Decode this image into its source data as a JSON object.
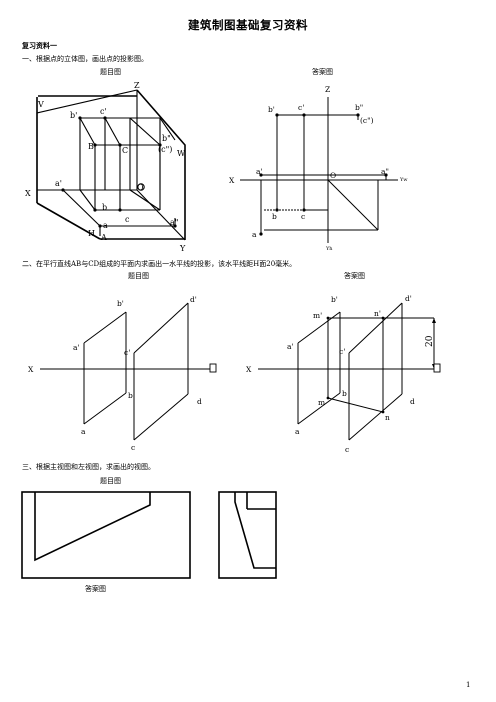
{
  "document": {
    "title": "建筑制图基础复习资料",
    "section": "复习资料一",
    "page_number": "1"
  },
  "questions": [
    {
      "text": "一、根据点的立体图，画出点的投影图。",
      "question_caption": "题目图",
      "answer_caption": "答案图"
    },
    {
      "text": "二、在平行直线AB与CD组成的平面内求画出一水平线的投影，该水平线距H面20毫米。",
      "question_caption": "题目图",
      "answer_caption": "答案图"
    },
    {
      "text": "三、根据主视图和左视图，求画出的视图。",
      "question_caption": "题目图",
      "answer_caption": "答案图"
    }
  ],
  "figure_labels": {
    "fig1": {
      "Z": "Z",
      "V": "V",
      "W": "W",
      "X": "X",
      "H": "H",
      "Y": "Y",
      "O": "O",
      "b_prime": "b'",
      "c_prime": "c'",
      "b_dprime": "b\"",
      "c_dprime": "(c\")",
      "B": "B",
      "C": "C",
      "a_prime": "a'",
      "a": "a",
      "A": "A",
      "b": "b",
      "c": "c",
      "a_dprime": "a\""
    },
    "fig2": {
      "Z": "Z",
      "X": "X",
      "O": "O",
      "YW": "Yw",
      "YH": "Yh",
      "b_prime": "b'",
      "c_prime": "c'",
      "b_dprime": "b\"",
      "c_dprime": "(c\")",
      "a_prime": "a'",
      "a_dprime": "a\"",
      "b": "b",
      "c": "c",
      "a": "a"
    },
    "fig3": {
      "a_prime": "a'",
      "b_prime": "b'",
      "c_prime": "c'",
      "d_prime": "d'",
      "X": "X",
      "a": "a",
      "b": "b",
      "c": "c",
      "d": "d",
      "O": "□"
    },
    "fig4": {
      "a_prime": "a'",
      "b_prime": "b'",
      "c_prime": "c'",
      "d_prime": "d'",
      "m_prime": "m'",
      "n_prime": "n'",
      "X": "X",
      "dim": "20",
      "m": "m",
      "n": "n",
      "a": "a",
      "b": "b",
      "c": "c",
      "d": "d",
      "O": "□"
    }
  }
}
